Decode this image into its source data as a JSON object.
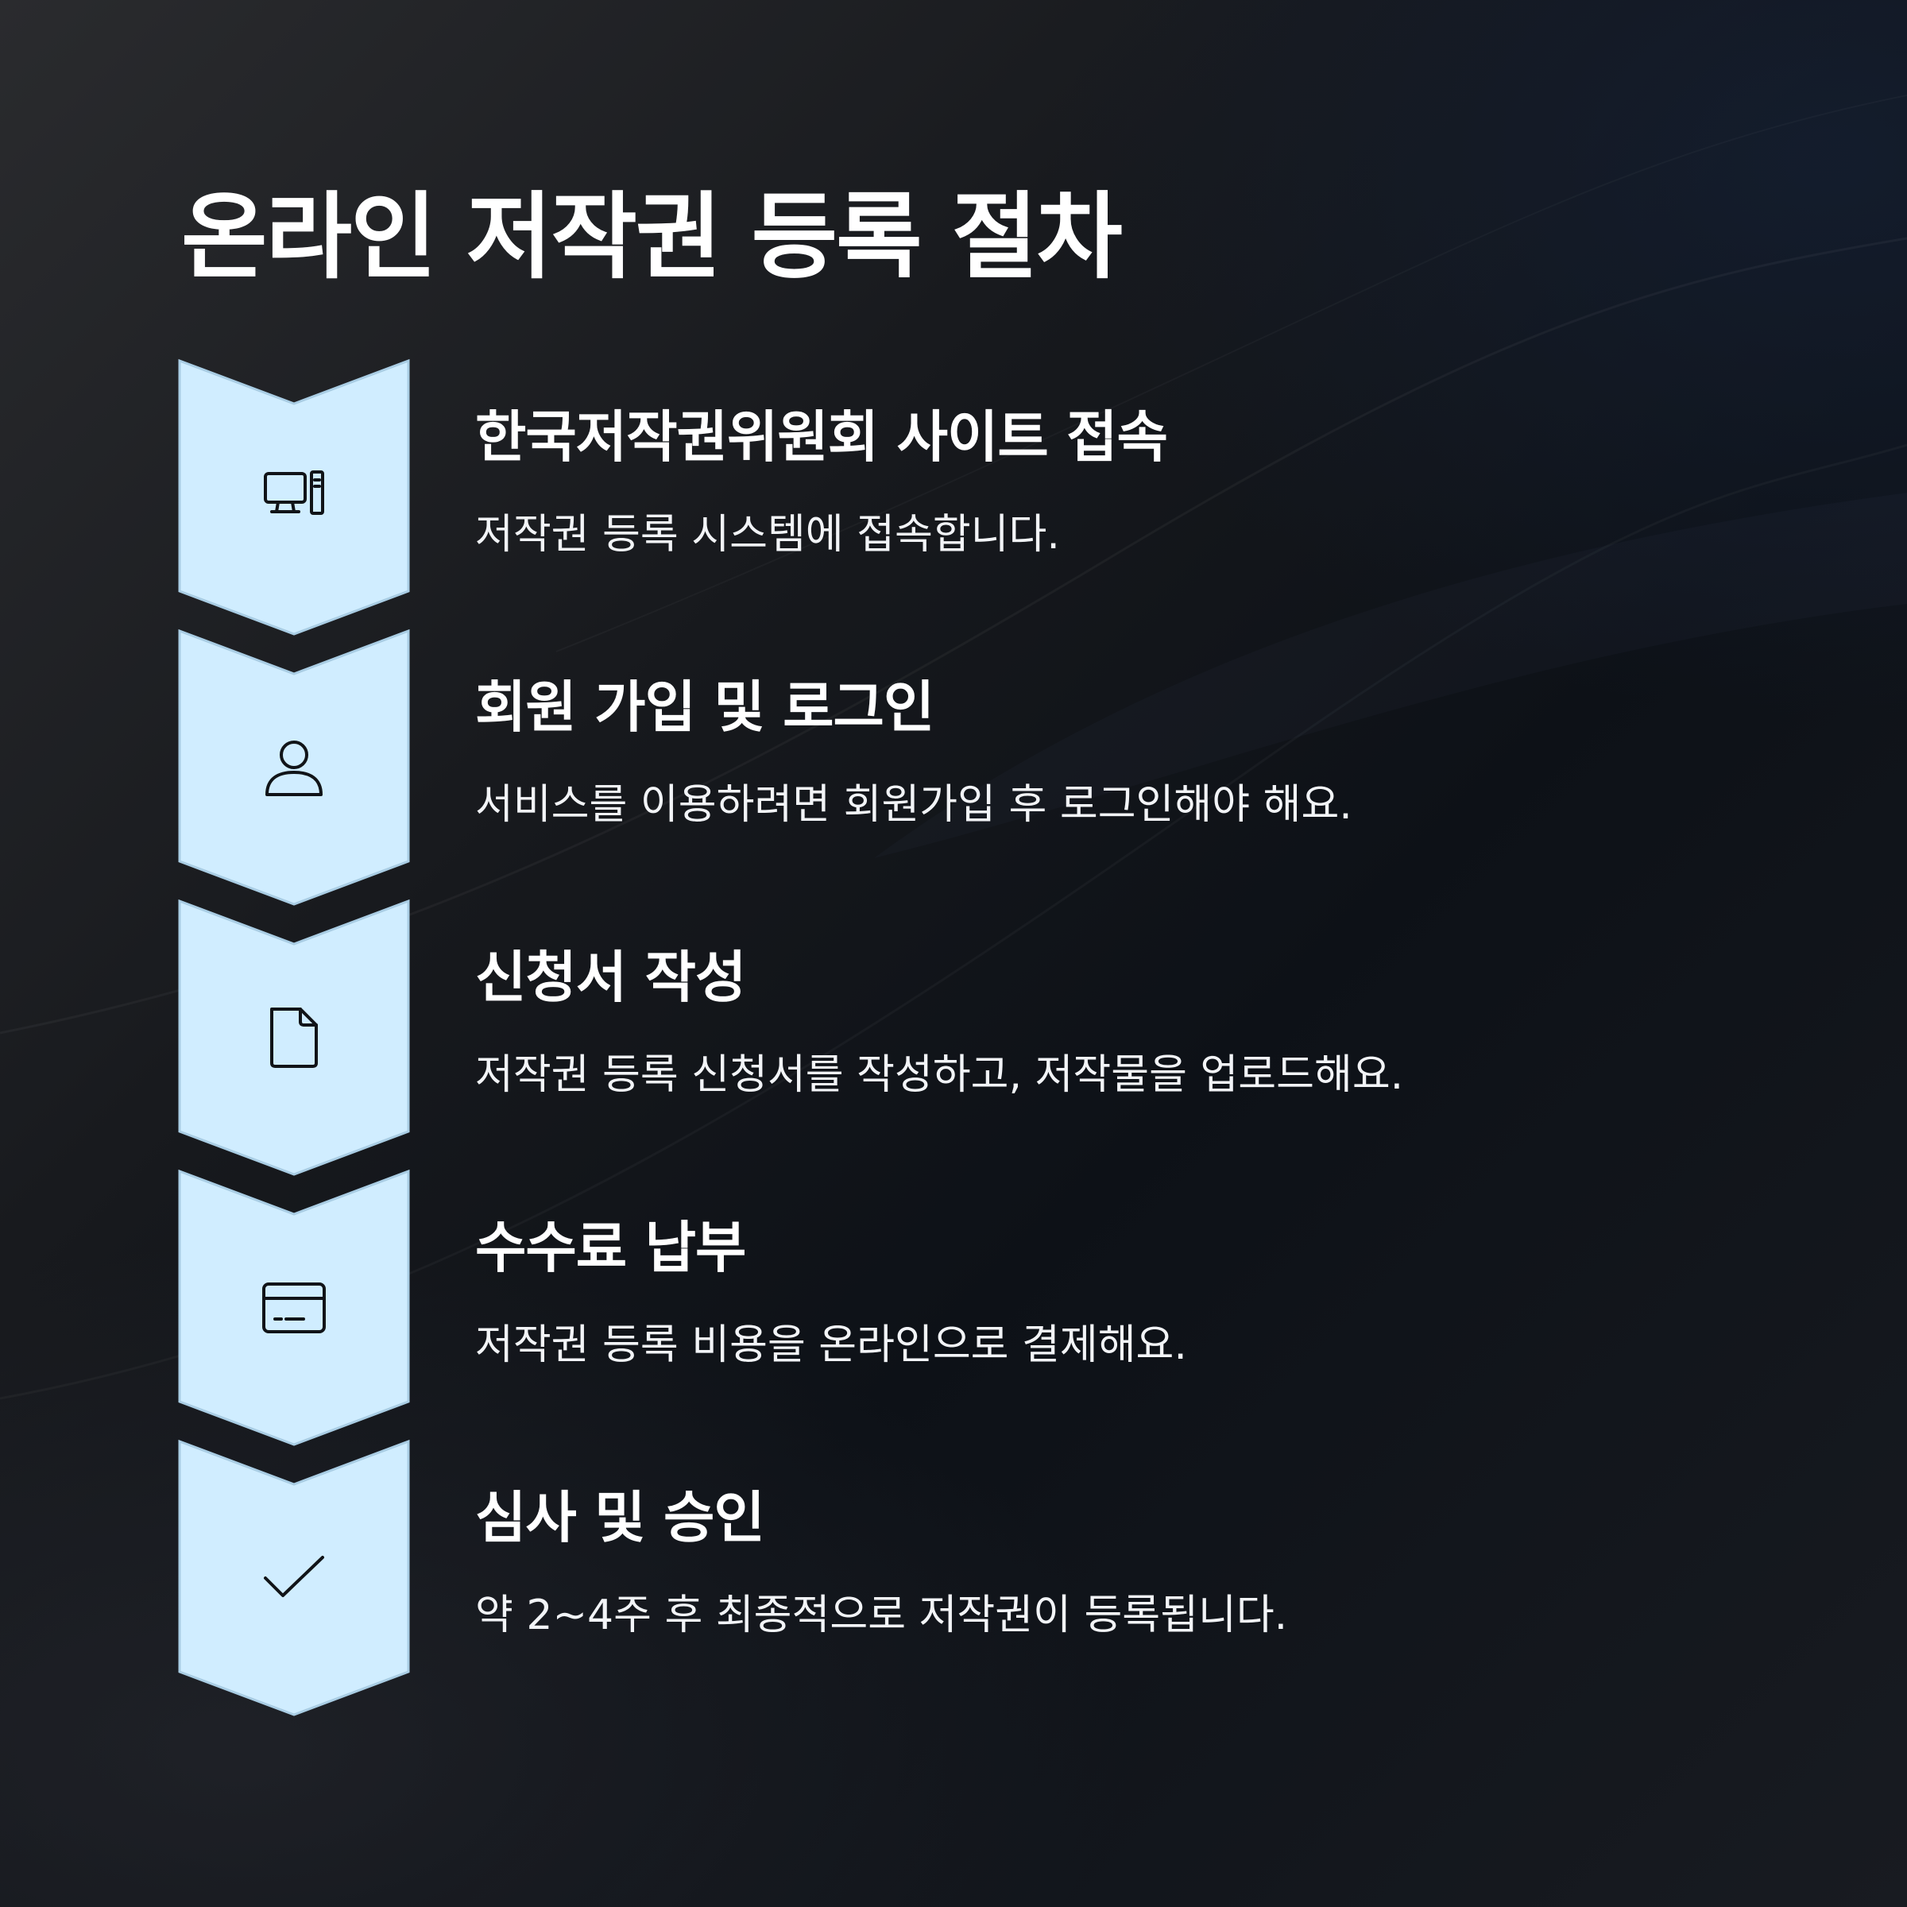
{
  "title": "온라인 저작권 등록 절차",
  "colors": {
    "chevron_fill": "#d0edff",
    "chevron_stroke": "#a9cde4",
    "icon_stroke": "#111418",
    "text": "#ffffff"
  },
  "steps": [
    {
      "icon": "computer-icon",
      "title": "한국저작권위원회 사이트 접속",
      "description": "저작권 등록 시스템에 접속합니다."
    },
    {
      "icon": "user-icon",
      "title": "회원 가입 및 로그인",
      "description": "서비스를 이용하려면 회원가입 후 로그인해야 해요."
    },
    {
      "icon": "document-icon",
      "title": "신청서 작성",
      "description": "저작권 등록 신청서를 작성하고, 저작물을 업로드해요."
    },
    {
      "icon": "credit-card-icon",
      "title": "수수료 납부",
      "description": "저작권 등록 비용을 온라인으로 결제해요."
    },
    {
      "icon": "checkmark-icon",
      "title": "심사 및 승인",
      "description": "약 2~4주 후 최종적으로 저작권이 등록됩니다."
    }
  ]
}
